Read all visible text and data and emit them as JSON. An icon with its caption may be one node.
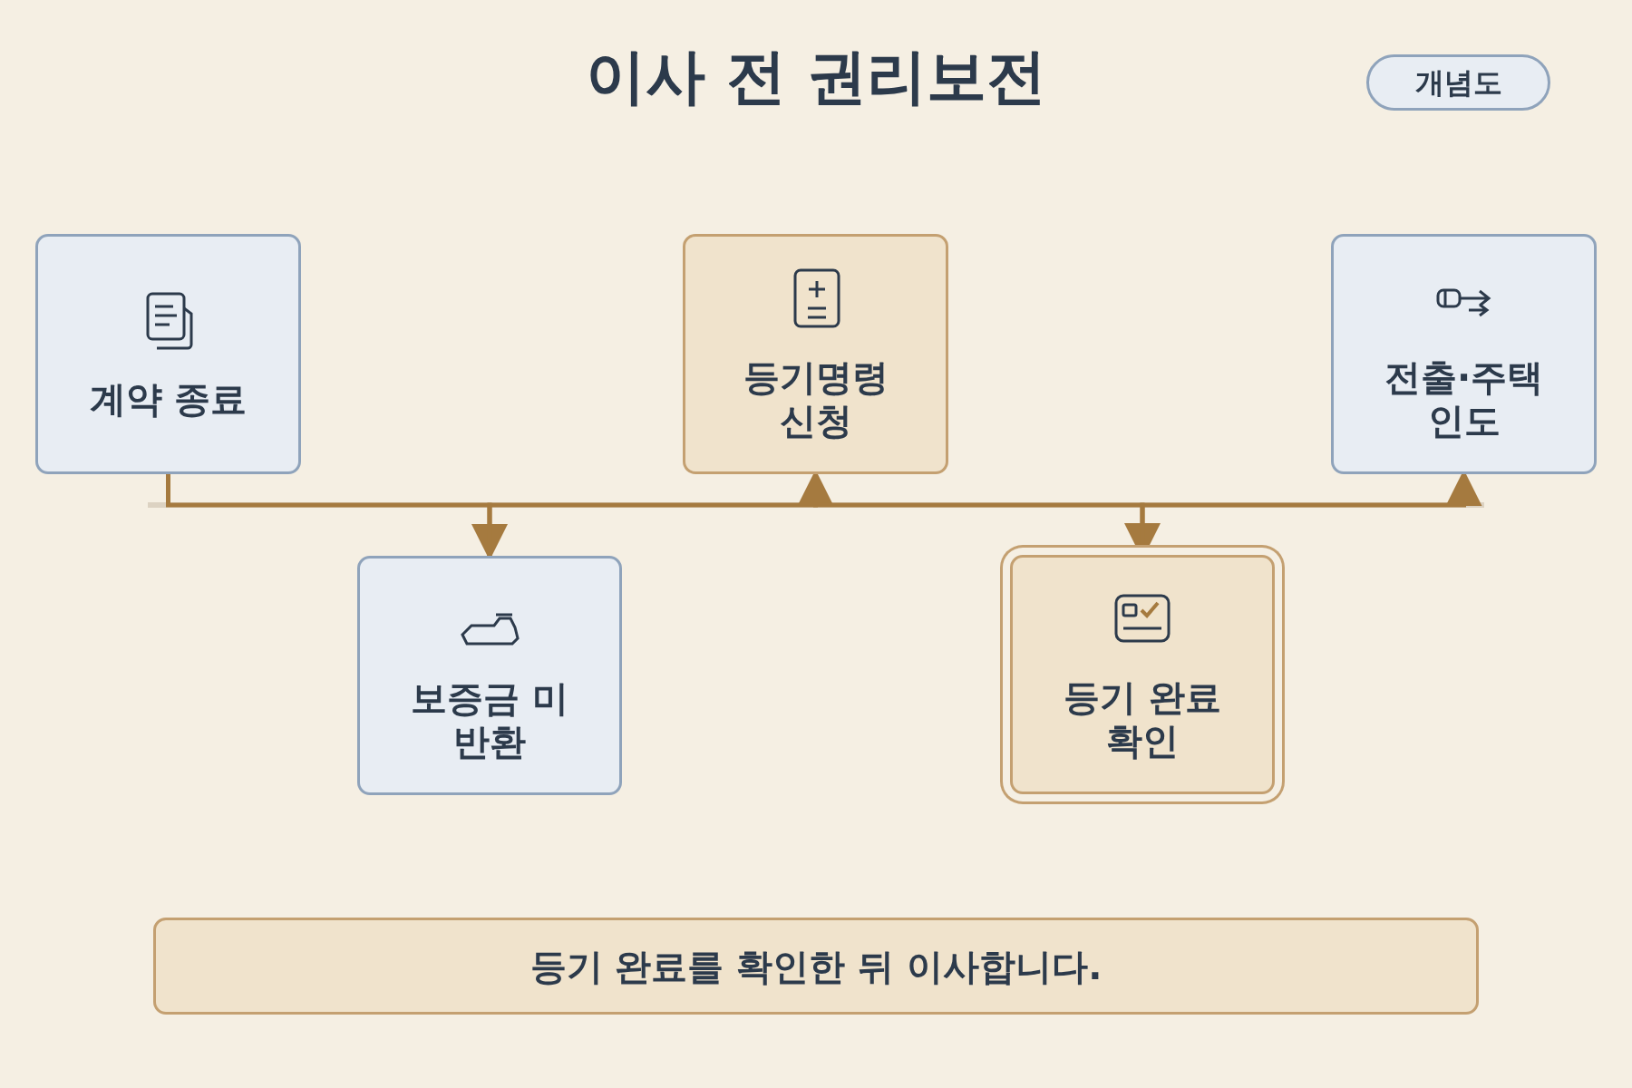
{
  "diagram": {
    "title": "이사 전 권리보전",
    "nodes": [
      {
        "text": [
          "계약 종료"
        ]
      },
      {
        "text": [
          "보증금 미반환"
        ]
      },
      {
        "text": [
          "등기명령 신청"
        ]
      },
      {
        "text": [
          "등기 완료 확인"
        ]
      },
      {
        "text": [
          "전출·주택 인도"
        ]
      },
      {
        "text": [
          "등기 완료를 확인한 뒤 이사합니다."
        ]
      },
      {
        "text": [
          "개념도"
        ]
      }
    ],
    "edges": [
      {
        "from": 0,
        "to": 1,
        "arrow": "to"
      },
      {
        "from": 1,
        "to": 2,
        "arrow": "to"
      },
      {
        "from": 2,
        "to": 3,
        "arrow": "to"
      },
      {
        "from": 3,
        "to": 4,
        "arrow": "to"
      }
    ]
  }
}
